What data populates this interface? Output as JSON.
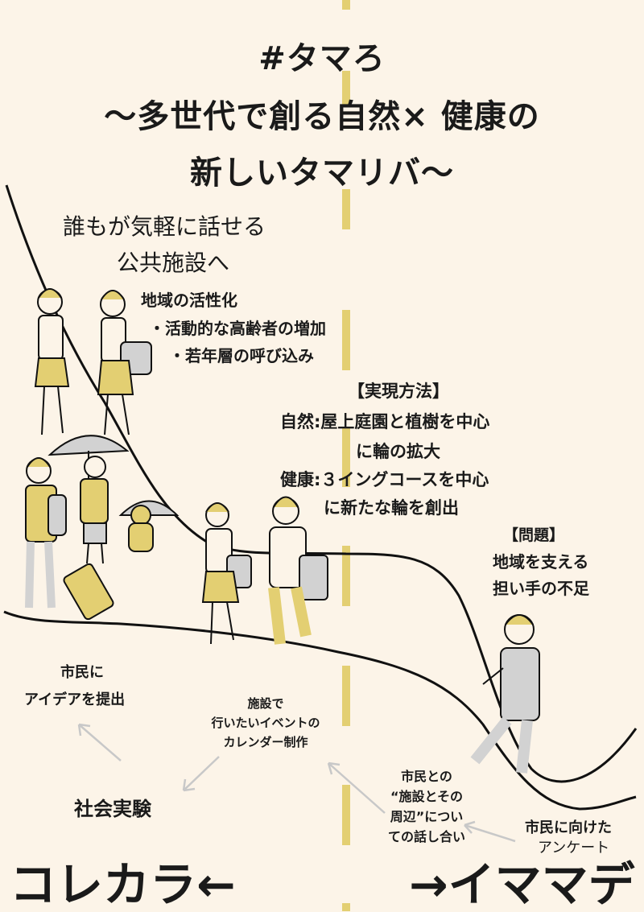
{
  "title": {
    "line1": "#タマろ",
    "line2": "〜多世代で創る自然× 健康の",
    "line3": "新しいタマリバ〜"
  },
  "vision": {
    "line1": "誰もが気軽に話せる",
    "line2": "公共施設へ"
  },
  "revitalization": {
    "heading": "地域の活性化",
    "items": [
      "・活動的な高齢者の増加",
      "・若年層の呼び込み"
    ]
  },
  "method": {
    "heading": "【実現方法】",
    "lines": [
      "自然:屋上庭園と植樹を中心",
      "に輪の拡大",
      "健康:３イングコースを中心",
      "に新たな輪を創出"
    ]
  },
  "problem": {
    "heading": "【問題】",
    "lines": [
      "地域を支える",
      "担い手の不足"
    ]
  },
  "steps": {
    "idea": [
      "市民に",
      "アイデアを提出"
    ],
    "calendar": [
      "施設で",
      "行いたいイベントの",
      "カレンダー制作"
    ],
    "experiment": "社会実験",
    "discussion": [
      "市民との",
      "“施設とその",
      "周辺”につい",
      "ての話し合い"
    ],
    "survey": [
      "市民に向けた",
      "アンケート"
    ]
  },
  "footer": {
    "future": "コレカラ←",
    "past": "→イママデ"
  },
  "colors": {
    "background": "#fcf4e8",
    "accent_yellow": "#e3cf72",
    "figure_gray": "#d2d2d2",
    "arrow_gray": "#c8c8c8"
  }
}
